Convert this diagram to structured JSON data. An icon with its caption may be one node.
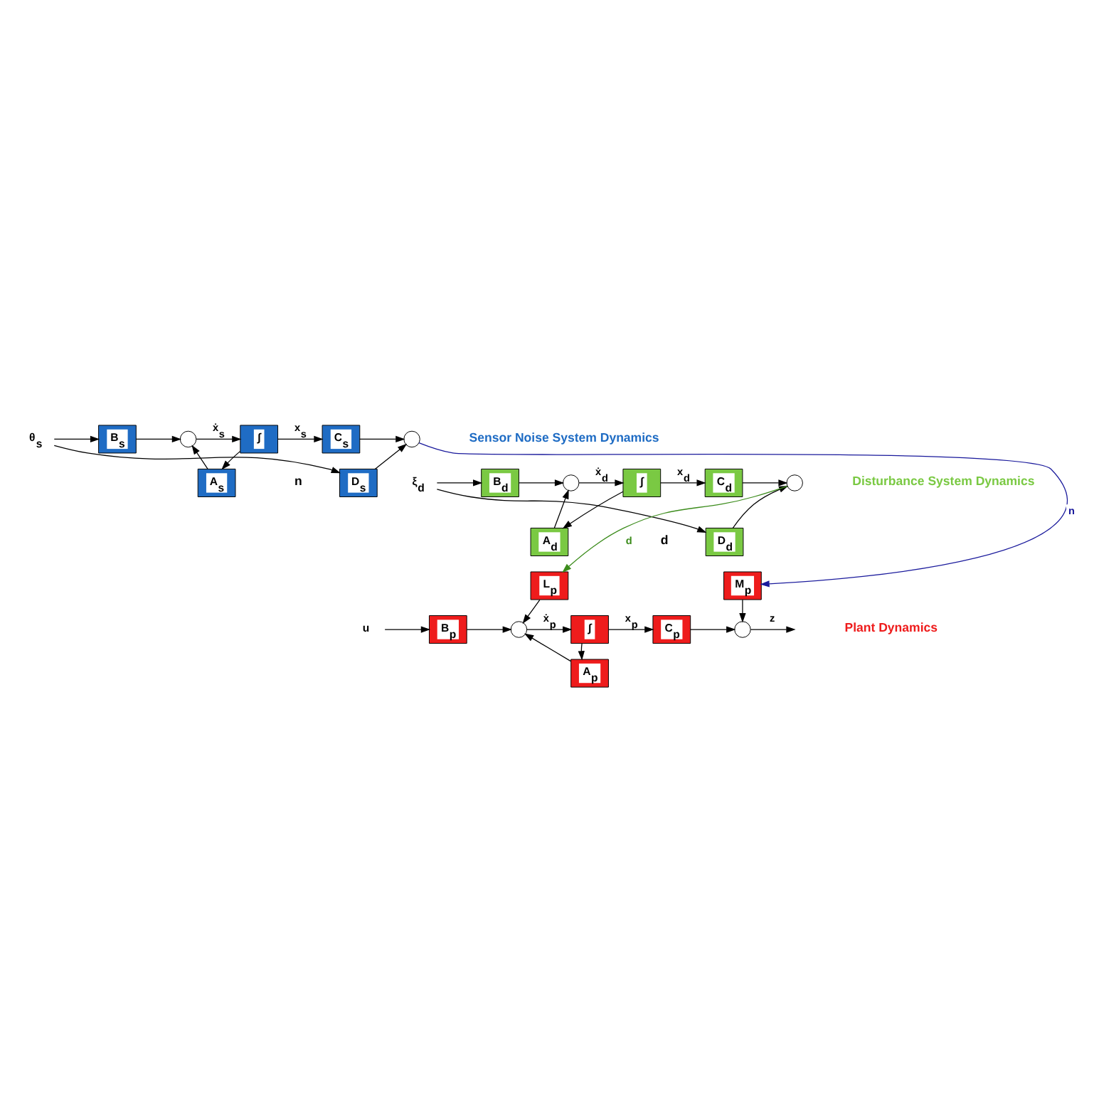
{
  "diagram": {
    "nodes": [
      {
        "text": [
          "θ$_{s}$"
        ]
      },
      {
        "text": [
          "D$_{s}$"
        ]
      },
      {
        "text": [
          "B$_{s}$"
        ]
      },
      {
        "text": [],
        "shape": "circle"
      },
      {
        "text": [
          "∫"
        ]
      },
      {
        "text": [
          "C$_{s}$"
        ]
      },
      {
        "text": [],
        "shape": "circle"
      },
      {
        "text": [
          "A$_{s}$"
        ]
      },
      {
        "text": [
          "ξ$_{d}$"
        ]
      },
      {
        "text": [
          "D$_{d}$"
        ]
      },
      {
        "text": [
          "B$_{d}$"
        ]
      },
      {
        "text": [],
        "shape": "circle"
      },
      {
        "text": [
          "∫"
        ]
      },
      {
        "text": [
          "C$_{d}$"
        ]
      },
      {
        "text": [],
        "shape": "circle"
      },
      {
        "text": [
          "A$_{d}$"
        ]
      },
      {
        "text": [
          "u"
        ]
      },
      {
        "text": [
          "L$_{p}$"
        ]
      },
      {
        "text": [
          "M$_{p}$"
        ]
      },
      {
        "text": [
          "B$_{p}$"
        ]
      },
      {
        "text": [],
        "shape": "circle"
      },
      {
        "text": [
          "∫"
        ]
      },
      {
        "text": [
          "C$_{p}$"
        ]
      },
      {
        "text": [],
        "shape": "circle"
      },
      {
        "text": [
          "A$_{p}$"
        ]
      }
    ],
    "edges": [
      {
        "from": 0,
        "to": 1,
        "arrow": "to"
      },
      {
        "from": 0,
        "to": 2,
        "arrow": "to"
      },
      {
        "from": 2,
        "to": 3,
        "arrow": "to"
      },
      {
        "from": 3,
        "to": 4,
        "arrow": "to",
        "label": "ẋ$_{s}$"
      },
      {
        "from": 4,
        "to": 5,
        "arrow": "to",
        "label": "x$_{s}$"
      },
      {
        "from": 4,
        "to": 7,
        "arrow": "to"
      },
      {
        "from": 7,
        "to": 3,
        "arrow": "to"
      },
      {
        "from": 5,
        "to": 6,
        "arrow": "to"
      },
      {
        "from": 1,
        "to": 6,
        "arrow": "to"
      },
      {
        "from": 6,
        "to": 18,
        "arrow": "to",
        "label": "n",
        "color": "#1a1a9c"
      },
      {
        "from": 8,
        "to": 9,
        "arrow": "to"
      },
      {
        "from": 8,
        "to": 10,
        "arrow": "to"
      },
      {
        "from": 10,
        "to": 11,
        "arrow": "to"
      },
      {
        "from": 11,
        "to": 12,
        "arrow": "to",
        "label": "ẋ$_{d}$"
      },
      {
        "from": 12,
        "to": 13,
        "arrow": "to",
        "label": "x$_{d}$"
      },
      {
        "from": 12,
        "to": 15,
        "arrow": "to"
      },
      {
        "from": 15,
        "to": 11,
        "arrow": "to"
      },
      {
        "from": 13,
        "to": 14,
        "arrow": "to"
      },
      {
        "from": 9,
        "to": 14,
        "arrow": "to"
      },
      {
        "from": 14,
        "to": 17,
        "arrow": "to",
        "label": "d",
        "color": "#3c8c1c"
      },
      {
        "from": 16,
        "to": 19,
        "arrow": "to"
      },
      {
        "from": 19,
        "to": 20,
        "arrow": "to"
      },
      {
        "from": 17,
        "to": 20,
        "arrow": "to"
      },
      {
        "from": 20,
        "to": 21,
        "arrow": "to",
        "label": "ẋ$_{p}$"
      },
      {
        "from": 21,
        "to": 22,
        "arrow": "to",
        "label": "x$_{p}$"
      },
      {
        "from": 21,
        "to": 24,
        "arrow": "to"
      },
      {
        "from": 24,
        "to": 20,
        "arrow": "to"
      },
      {
        "from": 22,
        "to": 23,
        "arrow": "to"
      },
      {
        "from": 18,
        "to": 23,
        "arrow": "to"
      },
      {
        "from": 23,
        "to": null,
        "arrow": "to",
        "label": "z"
      }
    ],
    "labels": [
      "n",
      "d",
      "Sensor Noise System Dynamics",
      "Disturbance System Dynamics",
      "Plant Dynamics"
    ]
  }
}
